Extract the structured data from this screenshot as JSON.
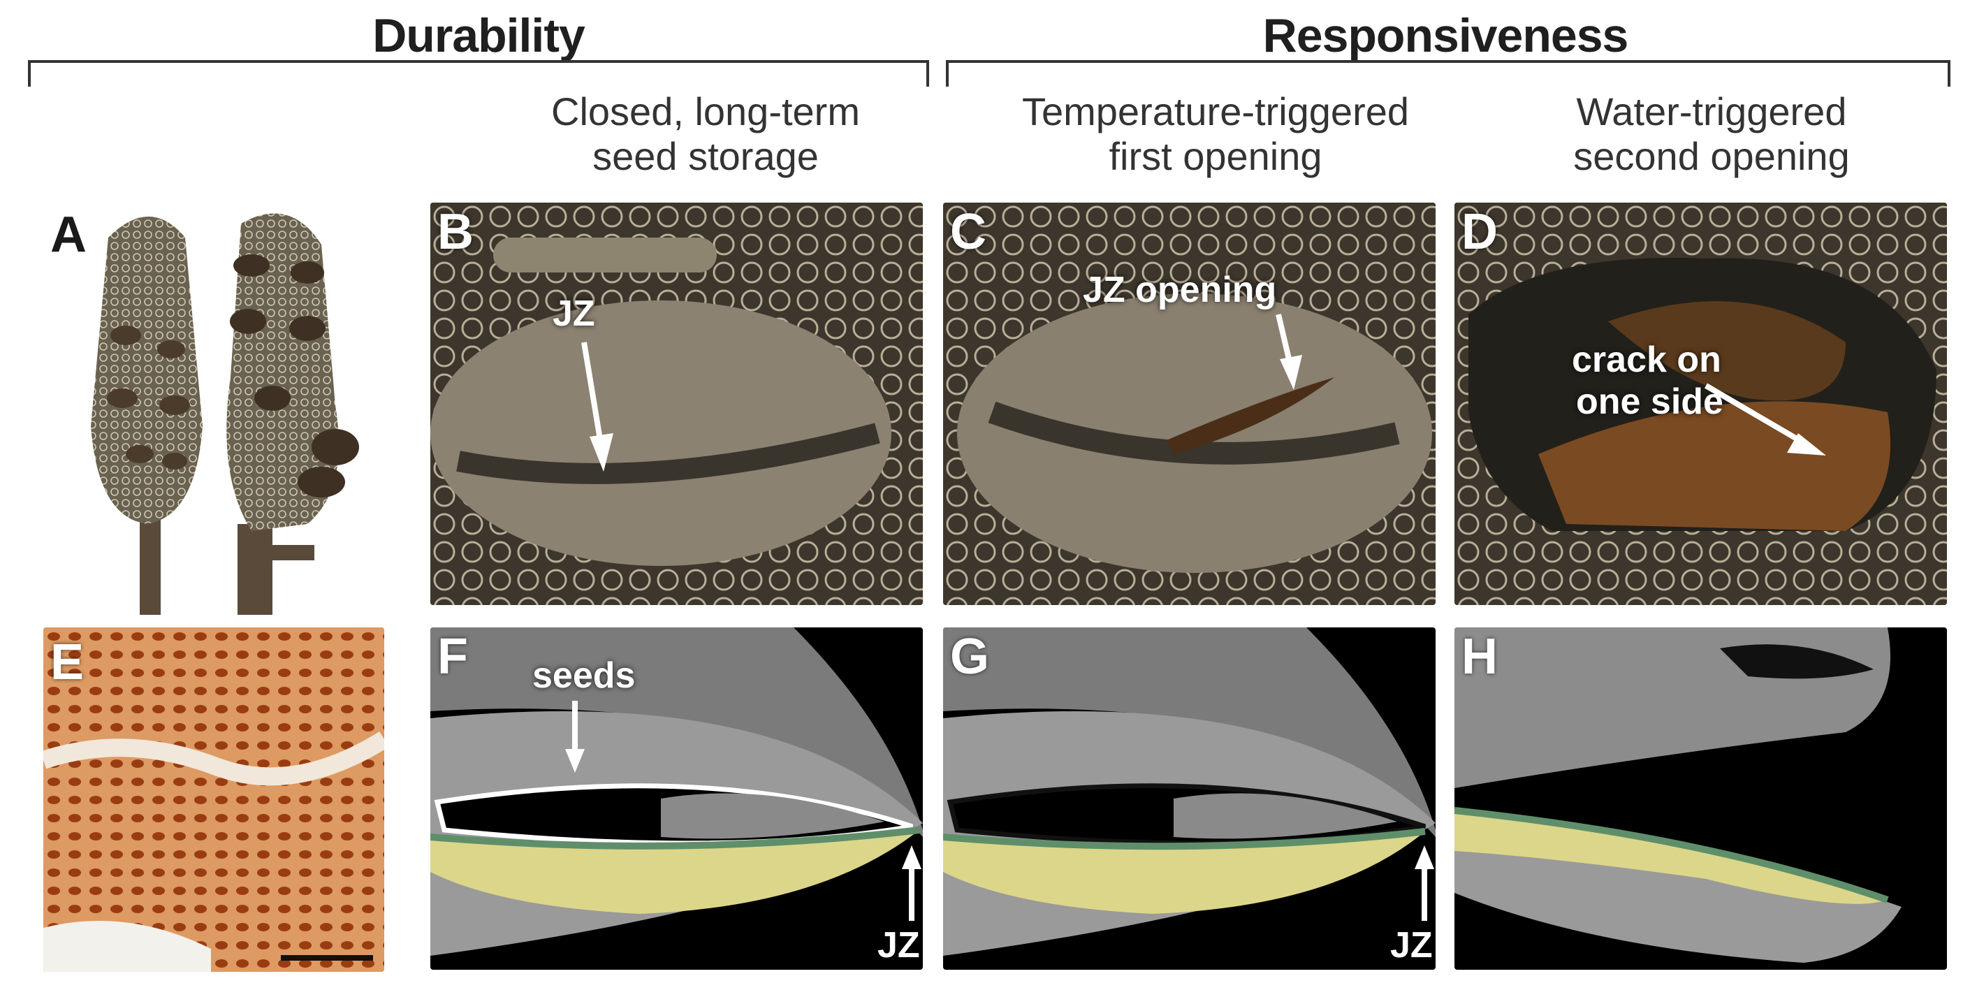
{
  "sections": {
    "durability": "Durability",
    "responsiveness": "Responsiveness"
  },
  "columns": {
    "b": {
      "line1": "Closed, long-term",
      "line2": "seed storage"
    },
    "c": {
      "line1": "Temperature-triggered",
      "line2": "first opening"
    },
    "d": {
      "line1": "Water-triggered",
      "line2": "second opening"
    }
  },
  "panels": {
    "a": "A",
    "b": "B",
    "c": "C",
    "d": "D",
    "e": "E",
    "f": "F",
    "g": "G",
    "h": "H"
  },
  "annotations": {
    "b_jz": "JZ",
    "c_jz_opening": "JZ opening",
    "d_crack_line1": "crack on",
    "d_crack_line2": "one side",
    "f_seeds": "seeds",
    "f_jz": "JZ",
    "g_jz": "JZ"
  },
  "colors": {
    "highlight_yellow": "#dcd68a",
    "highlight_green": "#5f8f6a",
    "stain_orange": "#c8642a"
  }
}
